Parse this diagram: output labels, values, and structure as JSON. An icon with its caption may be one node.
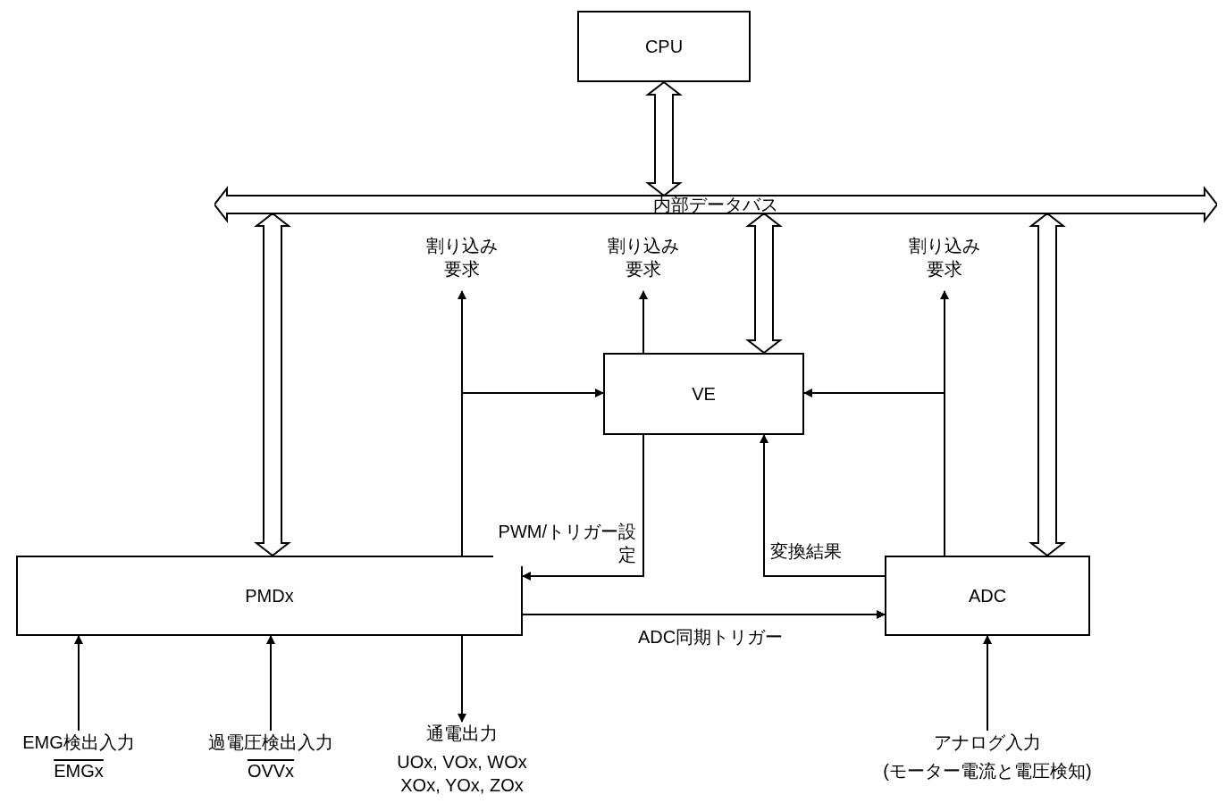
{
  "diagram": {
    "nodes": [
      {
        "text": [
          "CPU"
        ]
      },
      {
        "text": [
          "内部データバス"
        ]
      },
      {
        "text": [
          "割り込み要求"
        ]
      },
      {
        "text": [
          "割り込み要求"
        ]
      },
      {
        "text": [
          "VE"
        ]
      },
      {
        "text": [
          "割り込み要求"
        ]
      },
      {
        "text": [
          "PMDx"
        ]
      },
      {
        "text": [
          "ADC"
        ]
      },
      {
        "text": [
          "EMG検出入力",
          "EMGx"
        ]
      },
      {
        "text": [
          "過電圧検出入力",
          "OVVx"
        ]
      },
      {
        "text": [
          "通電出力",
          "UOx, VOx, WOx XOx, YOx, ZOx"
        ]
      },
      {
        "text": [
          "アナログ入力",
          "(モーター電流と電圧検知)"
        ]
      }
    ],
    "edges": [
      {
        "from": 0,
        "to": 1,
        "arrow": "both",
        "style": "thick"
      },
      {
        "from": 1,
        "to": 6,
        "arrow": "both",
        "style": "thick"
      },
      {
        "from": 1,
        "to": 4,
        "arrow": "both",
        "style": "thick"
      },
      {
        "from": 1,
        "to": 7,
        "arrow": "both",
        "style": "thick"
      },
      {
        "from": 6,
        "to": 2,
        "arrow": "to"
      },
      {
        "from": 6,
        "to": 4,
        "arrow": "to"
      },
      {
        "from": 4,
        "to": 3,
        "arrow": "to"
      },
      {
        "from": 7,
        "to": 5,
        "arrow": "to"
      },
      {
        "from": 7,
        "to": 4,
        "arrow": "to"
      },
      {
        "from": 4,
        "to": 6,
        "arrow": "to",
        "label": "PWM/トリガー設定"
      },
      {
        "from": 7,
        "to": 4,
        "arrow": "to",
        "label": "変換結果"
      },
      {
        "from": 6,
        "to": 7,
        "arrow": "to",
        "label": "ADC同期トリガー"
      },
      {
        "from": 6,
        "to": 10,
        "arrow": "to"
      },
      {
        "from": 8,
        "to": 6,
        "arrow": "to"
      },
      {
        "from": 9,
        "to": 6,
        "arrow": "to"
      },
      {
        "from": 11,
        "to": 7,
        "arrow": "to"
      }
    ]
  }
}
